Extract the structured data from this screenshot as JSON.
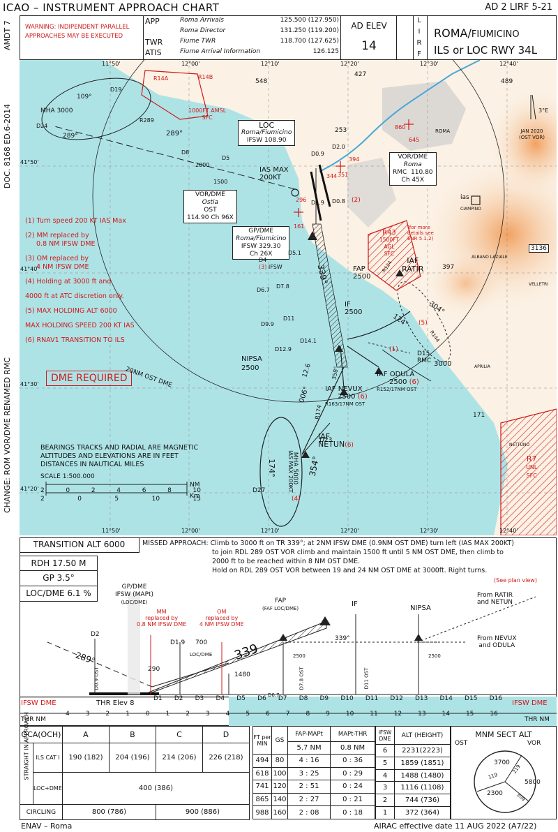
{
  "header": {
    "title": "ICAO – INSTRUMENT APPROACH CHART",
    "page_ref": "AD 2 LIRF 5-21",
    "warning": [
      "WARNING: INDIPENDENT PARALLEL",
      "APPROACHES MAY BE EXECUTED"
    ],
    "comm": [
      {
        "svc": "APP",
        "name": "Roma Arrivals",
        "freq": "125.500 (127.950)"
      },
      {
        "svc": "",
        "name": "Roma Director",
        "freq": "131.250 (119.200)"
      },
      {
        "svc": "TWR",
        "name": "Fiume TWR",
        "freq": "118.700 (127.625)"
      },
      {
        "svc": "ATIS",
        "name": "Fiume Arrival Information",
        "freq": "126.125"
      }
    ],
    "ad_elev_label": "AD ELEV",
    "ad_elev_value": "14",
    "icao_letters": [
      "L",
      "I",
      "R",
      "F"
    ],
    "airport_name": "ROMA/",
    "airport_city": "FIUMICINO",
    "procedure": "ILS or LOC RWY 34L"
  },
  "side_labels": {
    "amdt": "AMDT 7",
    "doc": "DOC. 8168 ED.6-2014",
    "change": "CHANGE: ROM VOR/DME RENAMED RMC"
  },
  "map": {
    "lat_ticks": [
      "41°50'",
      "41°40'",
      "41°30'",
      "41°20'"
    ],
    "lon_ticks_top": [
      "11°50'",
      "12°00'",
      "12°10'",
      "12°20'",
      "12°30'",
      "12°40'"
    ],
    "lon_ticks_bottom": [
      "11°50'",
      "12°00'",
      "12°10'",
      "12°20'",
      "12°30'",
      "12°40'"
    ],
    "notes": [
      "(1) Turn speed 200 KT IAS Max",
      "(2) MM replaced by",
      "0.8 NM IFSW DME",
      "(3) OM replaced by",
      "4 NM IFSW DME",
      "(4) Holding at 3000 ft and",
      "4000 ft at ATC discretion only.",
      "(5) MAX HOLDING ALT 6000",
      "MAX HOLDING SPEED 200 KT IAS",
      "(6) RNAV1 TRANSITION TO ILS"
    ],
    "dme_required": "DME REQUIRED",
    "units_note": [
      "BEARINGS TRACKS AND RADIAL ARE MAGNETIC",
      "ALTITUDES AND ELEVATIONS ARE IN FEET",
      "DISTANCES IN NAUTICAL MILES"
    ],
    "scale_label": "SCALE   1:500.000",
    "scale_nm": [
      "2",
      "0",
      "2",
      "4",
      "6",
      "8",
      "10"
    ],
    "scale_km": [
      "2",
      "0",
      "5",
      "10",
      "15"
    ],
    "scale_units": [
      "NM",
      "Km"
    ],
    "twenty_nm_arc": "20NM OST DME",
    "fixes": {
      "loc": [
        "LOC",
        "Roma/Fiumicino",
        "IFSW 108.90"
      ],
      "ost": [
        "VOR/DME",
        "Ostia",
        "OST",
        "114.90 Ch 96X"
      ],
      "gp": [
        "GP/DME",
        "Roma/Fiumicino",
        "IFSW 329.30",
        "Ch 26X"
      ],
      "rmc": [
        "VOR/DME",
        "Roma",
        "RMC",
        "110.80",
        "Ch 45X"
      ],
      "iaf_ratir": [
        "IAF",
        "RATIR"
      ],
      "iaf_odula": [
        "IAF  ODULA",
        "2500",
        "(6)",
        "R152/17NM OST"
      ],
      "iaf_nevux": [
        "IAF  NEVUX",
        "2500",
        "(6)",
        "R163/17NM OST"
      ],
      "iaf_netun": [
        "IAF",
        "NETUN",
        "(6)"
      ],
      "fap": [
        "FAP",
        "2500"
      ],
      "if": [
        "IF",
        "2500"
      ],
      "nipsa": [
        "NIPSA",
        "2500"
      ],
      "ias_max": [
        "IAS MAX",
        "200KT"
      ]
    },
    "labels": {
      "d24": "D24",
      "d19": "D19",
      "ost": "OST",
      "r289": "R289",
      "mha3000": "MHA 3000",
      "b109": "109°",
      "b289": "289°",
      "alt1000": "1000FT AMSL",
      "sfc": "SFC",
      "r14a": "R14A",
      "r14b": "R14B",
      "d8": "D8",
      "d5": "D5",
      "alt2000": "2000",
      "alt1500": "1500",
      "d09": "D0.9",
      "d20": "D2.0",
      "d19b": "D1.9",
      "d08": "D0.8",
      "d51": "D5.1",
      "d4": "D4",
      "ifsw": "IFSW",
      "d67": "D6.7",
      "d78": "D7.8",
      "d99": "D9.9",
      "d11": "D11",
      "d129": "D12.9",
      "d141": "D14.1",
      "r174": "R174",
      "b006": "006°",
      "b126": "12.6",
      "b339": "339°",
      "b359": "358°",
      "b354": "354°",
      "b174": "174°",
      "d23": "D23",
      "d27": "D27",
      "mha5000": "MHA 5000",
      "iasmax200": "IAS MAX 200KT",
      "r124": "R124",
      "r144": "R144",
      "d15": "D15",
      "rmc": "RMC",
      "alt3000": "3000",
      "b304": "304°",
      "b124": "124°",
      "r43": "R43",
      "r43a": "1500FT",
      "r43b": "AGL",
      "r43c": "SFC",
      "r43note": [
        "(for more",
        "details see",
        "ENR 5.1.2)"
      ],
      "r7": "R7",
      "unl": "UNL",
      "sfc2": "SFC",
      "roma": "ROMA",
      "ciampino": "CIAMPINO",
      "albano": "ALBANO LAZIALE",
      "velletri": "VELLETRI",
      "aprilia": "APRILIA",
      "nettuno": "NETTUNO",
      "ias": "ias",
      "spot548": "548",
      "spot427": "427",
      "spot253": "253",
      "spot489": "489",
      "spot397": "397",
      "spot171": "171",
      "spot3136": "3136",
      "mag_var": "3°E",
      "jan2020": "JAN 2020",
      "ostvor": "(OST VOR)",
      "o860": "860",
      "o645": "645",
      "o394": "394",
      "o351": "351",
      "o344": "344",
      "o296": "296",
      "o161": "161",
      "n1": "(1)",
      "n2": "(2)",
      "n3": "(3)",
      "n4": "(4)",
      "n5": "(5)"
    }
  },
  "profile": {
    "transition_alt": "TRANSITION  ALT  6000",
    "missed_approach": [
      "MISSED APPROACH: Climb to 3000 ft on TR 339°; at 2NM IFSW DME (0.9NM OST DME) turn left (IAS MAX 200KT)",
      "to join RDL 289 OST VOR climb and maintain 1500 ft until 5 NM OST DME, then climb to",
      "2000 ft to be reached within 8 NM OST DME.",
      "Hold on RDL 289 OST VOR between 19 and 24 NM OST DME at 3000ft. Right turns."
    ],
    "see_plan": "(See plan view)",
    "rdh": "RDH  17.50  M",
    "gp": "GP  3.5°",
    "loc_dme": "LOC/DME  6.1  %",
    "gp_dme": [
      "GP/DME",
      "IFSW  (MAPt)",
      "(LOC/DME)"
    ],
    "mm": [
      "MM",
      "replaced by",
      "0.8 NM IFSW DME"
    ],
    "om": [
      "OM",
      "replaced by",
      "4 NM IFSW DME"
    ],
    "fap": [
      "FAP",
      "(FAF LOC/DME)"
    ],
    "if": "IF",
    "nipsa": "NIPSA",
    "from_ratir": [
      "From  RATIR",
      "and  NETUN"
    ],
    "from_nevux": [
      "From  NEVUX",
      "and  ODULA"
    ],
    "d2": "D2",
    "d19": "D1.9",
    "alt700": "700",
    "locdme": "LOC/DME",
    "alt290": "290",
    "alt1480": "1480",
    "alt2500": "2500",
    "b339": "339°",
    "big339": "339",
    "b289": "289°",
    "d09ost": "D0.9",
    "ost": "OST",
    "d78": "D7.8",
    "d11": "D11",
    "thr_elev": "THR Elev  8",
    "ifsw_dme": "IFSW  DME",
    "dme_marks": [
      "D1",
      "D2",
      "D3",
      "D4",
      "D5",
      "D6",
      "D7",
      "D8",
      "D9",
      "D10",
      "D11",
      "D12",
      "D13",
      "D14",
      "D15",
      "D16"
    ],
    "d67": "D6.7",
    "thr_nm": "THR NM",
    "nm_scale": [
      "4",
      "3",
      "2",
      "1",
      "0",
      "1",
      "2",
      "3",
      "4",
      "5",
      "6",
      "7",
      "8",
      "9",
      "10",
      "11",
      "12",
      "13",
      "14",
      "15",
      "16"
    ]
  },
  "minima": {
    "oca_label": "OCA(OCH)",
    "cats": [
      "A",
      "B",
      "C",
      "D"
    ],
    "straight_in": "STRAIGHT IN APPROACH",
    "ils": "ILS CAT I",
    "ils_values": [
      "190 (182)",
      "204 (196)",
      "214 (206)",
      "226 (218)"
    ],
    "locdme": "LOC+DME",
    "locdme_value": "400 (386)",
    "circling": "CIRCLING",
    "circling_values": [
      "800 (786)",
      "900 (886)"
    ]
  },
  "gs_table": {
    "hdr": [
      "FT per MIN",
      "GS",
      "FAP-MAPt",
      "MAPt-THR"
    ],
    "sub": [
      "5.7  NM",
      "0.8  NM"
    ],
    "rows": [
      [
        "494",
        "80",
        "4 : 16",
        "0 : 36"
      ],
      [
        "618",
        "100",
        "3 : 25",
        "0 : 29"
      ],
      [
        "741",
        "120",
        "2 : 51",
        "0 : 24"
      ],
      [
        "865",
        "140",
        "2 : 27",
        "0 : 21"
      ],
      [
        "988",
        "160",
        "2 : 08",
        "0 : 18"
      ]
    ]
  },
  "dme_table": {
    "hdr": [
      "IFSW DME",
      "ALT (HEIGHT)"
    ],
    "rows": [
      [
        "6",
        "2231(2223)"
      ],
      [
        "5",
        "1859 (1851)"
      ],
      [
        "4",
        "1488 (1480)"
      ],
      [
        "3",
        "1116 (1108)"
      ],
      [
        "2",
        "744 (736)"
      ],
      [
        "1",
        "372 (364)"
      ]
    ]
  },
  "msa": {
    "title": "MNM SECT ALT",
    "ost": "OST",
    "vor": "VOR",
    "values": [
      "3700",
      "5800",
      "2300"
    ],
    "bearings": [
      "219",
      "119",
      "309"
    ]
  },
  "footer": {
    "left": "ENAV – Roma",
    "right": "AIRAC effective date 11 AUG 2022 (A7/22)"
  },
  "colors": {
    "sea": "#aee3e6",
    "land": "#fbf1e4",
    "terrain_hi": "#f1b27c",
    "red": "#d01818",
    "ink": "#222222"
  }
}
